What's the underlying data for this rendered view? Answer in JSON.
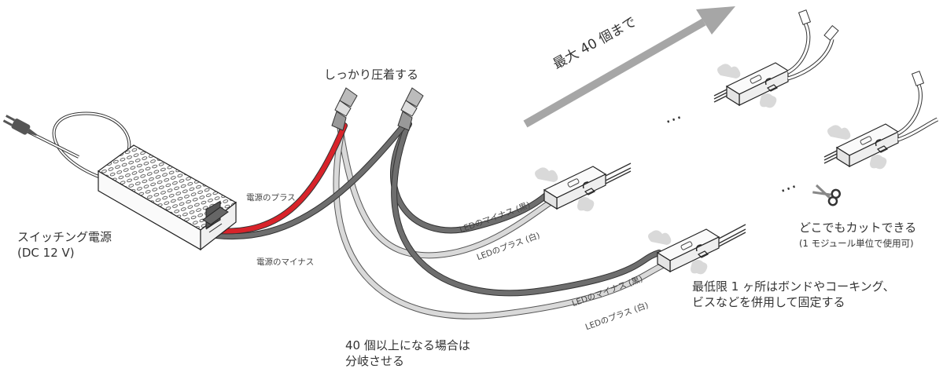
{
  "colors": {
    "red_wire": "#d8232a",
    "black_wire": "#6e6e6e",
    "white_wire": "#d9d9d9",
    "arrow": "#a6a6a6",
    "text": "#333333"
  },
  "labels": {
    "crimp": "しっかり圧着する",
    "max_count": "最大 40 個まで",
    "psu_name": "スイッチング電源",
    "psu_spec": "(DC 12 V)",
    "psu_plus": "電源のプラス",
    "psu_minus": "電源のマイナス",
    "led_minus": "LEDのマイナス (黒)",
    "led_plus": "LEDのプラス (白)",
    "cut_line1": "どこでもカットできる",
    "cut_line2": "(1 モジュール単位で使用可)",
    "fix_line1": "最低限 1 ヶ所はボンドやコーキング、",
    "fix_line2": "ビスなどを併用して固定する",
    "branch_line1": "40 個以上になる場合は",
    "branch_line2": "分岐させる",
    "ellipsis": "…"
  },
  "icons": [
    "plug-icon",
    "scissors-icon",
    "arrow-icon"
  ]
}
